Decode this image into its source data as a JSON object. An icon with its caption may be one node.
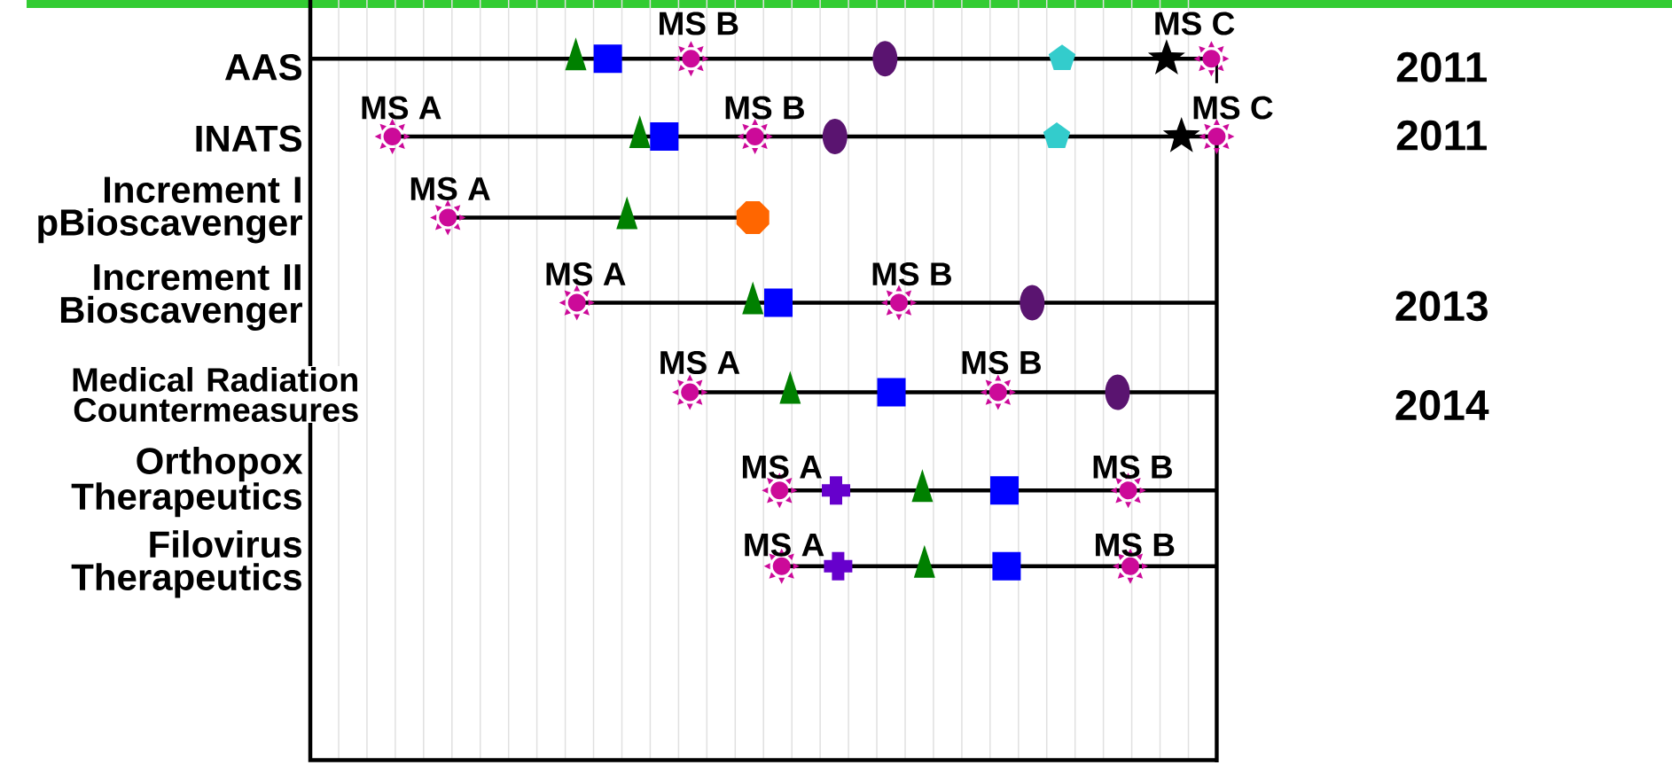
{
  "diagram": {
    "labels": [
      "AAS",
      "MS B",
      "MS C",
      "2011",
      "INATS",
      "MS A",
      "MS B",
      "MS C",
      "2011",
      "Increment I pBioscavenger",
      "MS A",
      "Increment II Bioscavenger",
      "MS A",
      "MS B",
      "2013",
      "Medical Radiation Countermeasures",
      "MS A",
      "MS B",
      "2014",
      "Orthopox Therapeutics",
      "MS A",
      "MS B",
      "Filovirus Therapeutics",
      "MS A",
      "MS B"
    ]
  }
}
